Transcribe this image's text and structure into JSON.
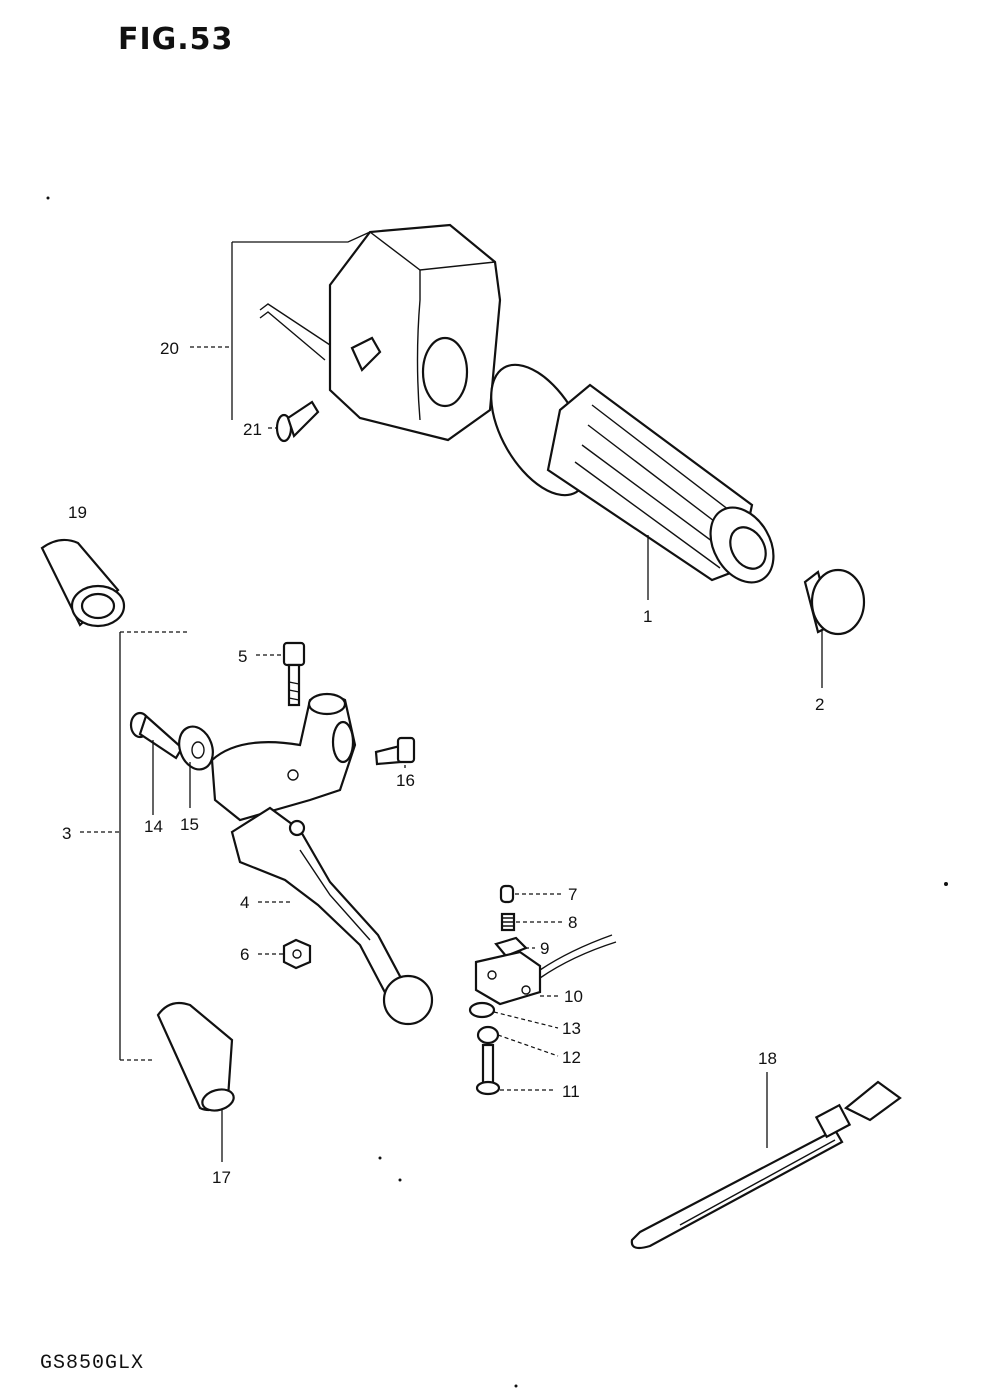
{
  "figure_title": "FIG.53",
  "model_code": "GS850GLX",
  "callouts": [
    "1",
    "2",
    "3",
    "4",
    "5",
    "6",
    "7",
    "8",
    "9",
    "10",
    "11",
    "12",
    "13",
    "14",
    "15",
    "16",
    "17",
    "18",
    "19",
    "20",
    "21"
  ]
}
